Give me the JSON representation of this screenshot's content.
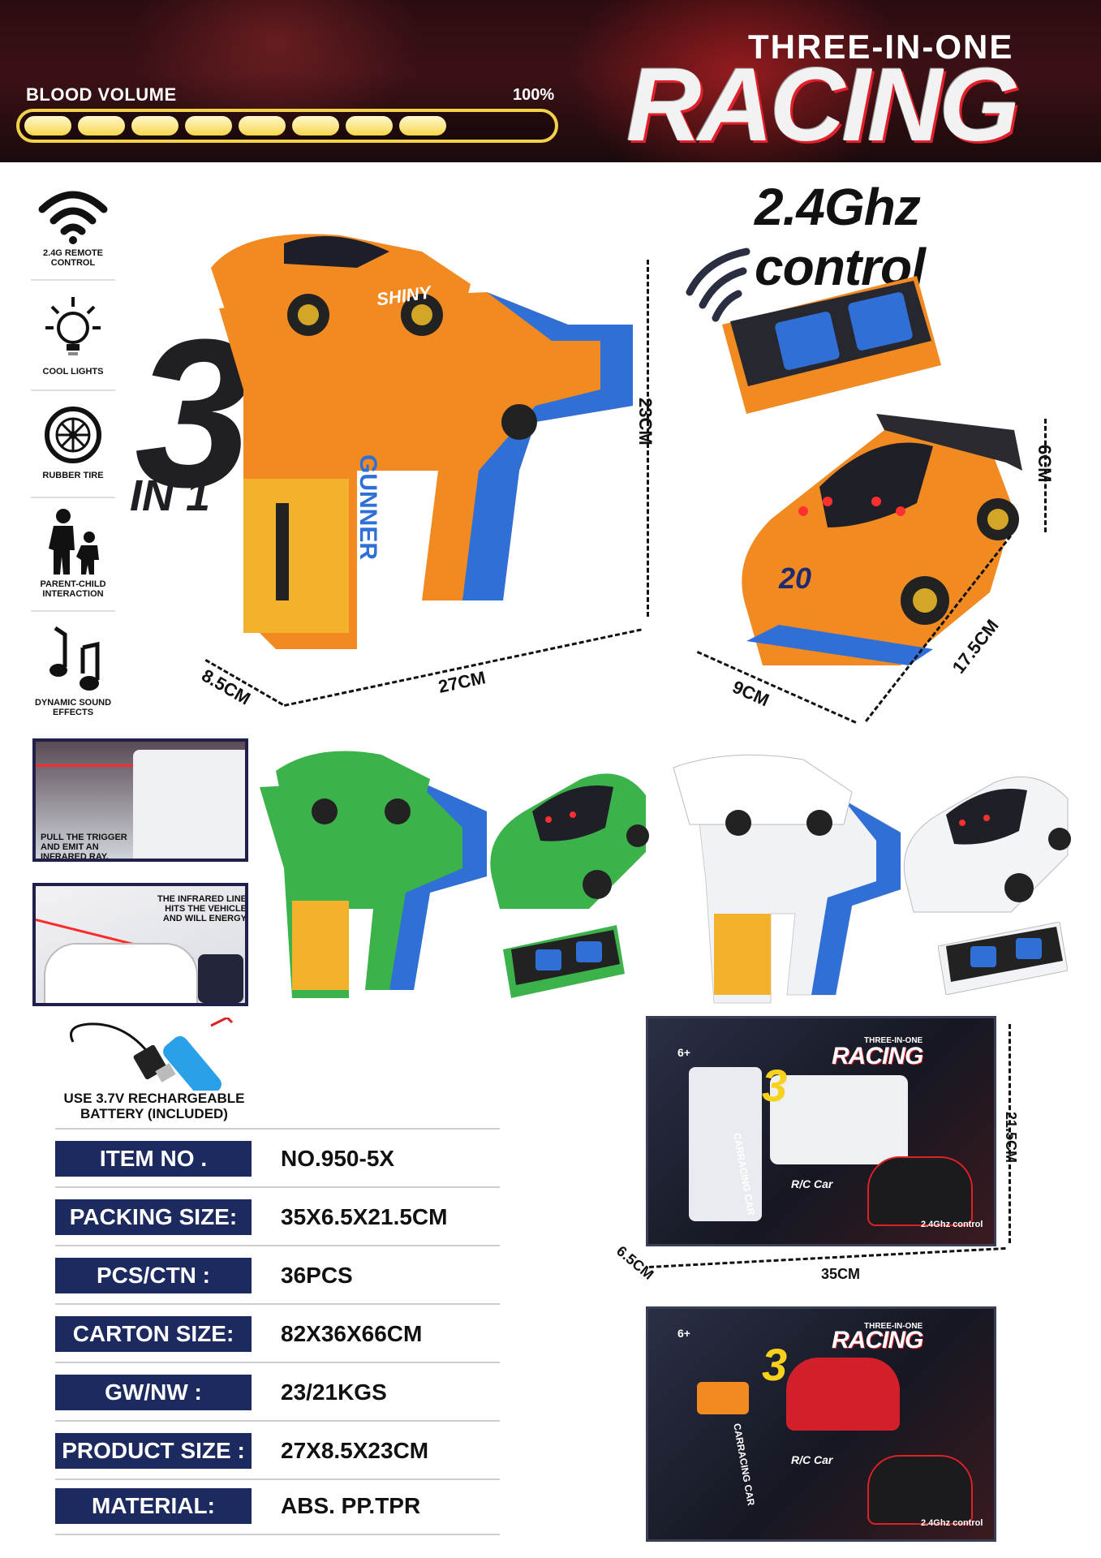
{
  "header": {
    "blood_label": "BLOOD VOLUME",
    "blood_percent_label": "100%",
    "blood_level": 0.8,
    "title_small": "THREE-IN-ONE",
    "title_big": "RACING"
  },
  "headline": "2.4Ghz control",
  "features": [
    {
      "icon": "wifi-icon",
      "label": "2.4G REMOTE CONTROL"
    },
    {
      "icon": "lightbulb-icon",
      "label": "COOL LIGHTS"
    },
    {
      "icon": "tire-icon",
      "label": "RUBBER TIRE"
    },
    {
      "icon": "parent-child-icon",
      "label": "PARENT-CHILD INTERACTION"
    },
    {
      "icon": "music-note-icon",
      "label": "DYNAMIC SOUND EFFECTS"
    }
  ],
  "badge": {
    "number": "3",
    "suffix": "IN 1"
  },
  "product": {
    "gun_brand": "GUNNER",
    "car_label": "SHINY",
    "car_number": "20",
    "dimensions": {
      "gun_height": "23CM",
      "gun_width": "27CM",
      "gun_depth": "8.5CM",
      "car_height": "6CM",
      "car_length": "17.5CM",
      "car_width": "9CM"
    }
  },
  "tiles": [
    {
      "text": "PULL THE TRIGGER AND EMIT AN INFRARED RAY."
    },
    {
      "text": "THE INFRARED LINE HITS THE VEHICLE AND WILL ENERGY"
    }
  ],
  "battery": {
    "caption": "USE 3.7V RECHARGEABLE BATTERY (INCLUDED)"
  },
  "specs": [
    {
      "label": "ITEM NO .",
      "value": "NO.950-5X"
    },
    {
      "label": "PACKING SIZE:",
      "value": "35X6.5X21.5CM"
    },
    {
      "label": "PCS/CTN :",
      "value": "36PCS"
    },
    {
      "label": "CARTON SIZE:",
      "value": "82X36X66CM"
    },
    {
      "label": "GW/NW :",
      "value": "23/21KGS"
    },
    {
      "label": "PRODUCT SIZE :",
      "value": "27X8.5X23CM"
    },
    {
      "label": "MATERIAL:",
      "value": "ABS. PP.TPR"
    }
  ],
  "box": {
    "title": "RACING",
    "subtitle": "THREE-IN-ONE",
    "age": "6+",
    "car_text": "CARRACING CAR",
    "rc_text": "R/C Car",
    "control_text": "2.4Ghz control",
    "dimensions": {
      "height": "21.5CM",
      "width": "35CM",
      "depth": "6.5CM"
    }
  },
  "colors": {
    "header_bg": "#3c1116",
    "accent_red": "#e0202a",
    "bar_yellow": "#f3d24a",
    "spec_navy": "#1c2a60",
    "toy_orange": "#f28a22",
    "toy_blue": "#2f6fd6",
    "toy_green": "#3cb34a"
  }
}
